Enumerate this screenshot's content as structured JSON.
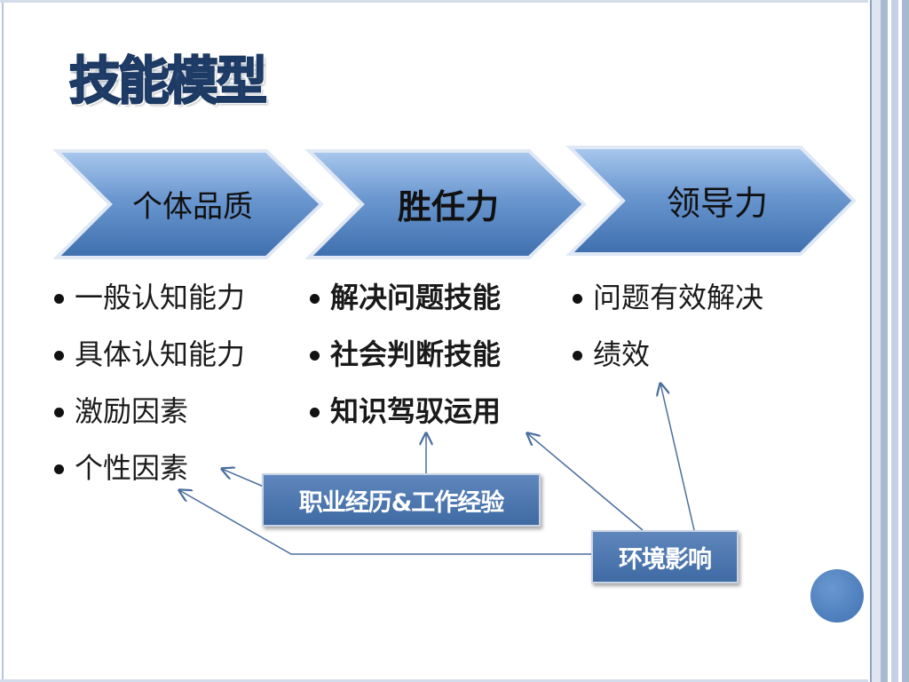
{
  "title": "技能模型",
  "chevrons": [
    {
      "label": "个体品质"
    },
    {
      "label": "胜任力"
    },
    {
      "label": "领导力"
    }
  ],
  "columns": [
    {
      "items": [
        "一般认知能力",
        "具体认知能力",
        "激励因素",
        "个性因素"
      ]
    },
    {
      "items": [
        "解决问题技能",
        "社会判断技能",
        "知识驾驭运用"
      ]
    },
    {
      "items": [
        "问题有效解决",
        "绩效"
      ]
    }
  ],
  "influences": {
    "experience": "职业经历&工作经验",
    "environment": "环境影响"
  },
  "colors": {
    "chevron_fill": "#6a97cf",
    "box_fill": "#4c76ad",
    "title": "#2a4a77"
  }
}
